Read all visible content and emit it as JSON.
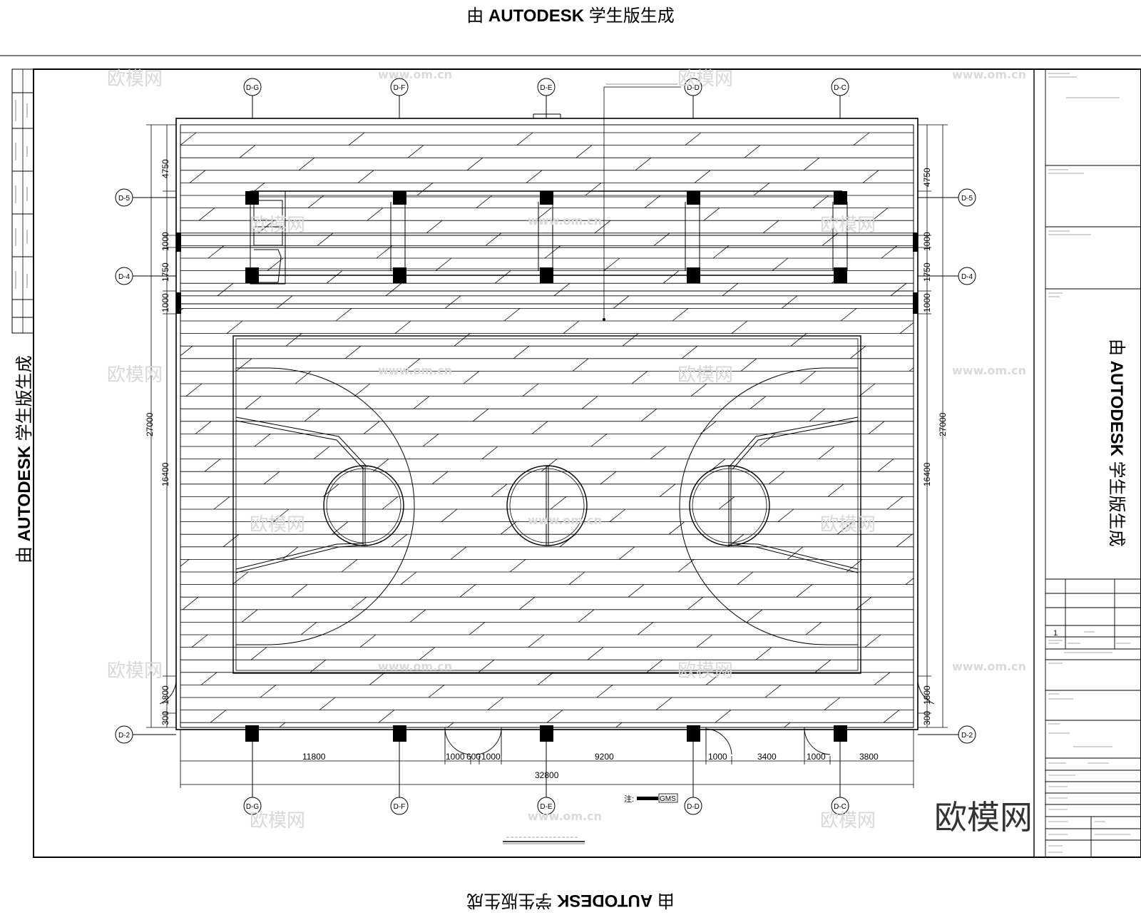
{
  "stamp": {
    "prefix": "由",
    "brand": "AUTODESK",
    "suffix": "学生版生成"
  },
  "axes_top": [
    "D-G",
    "D-F",
    "D-E",
    "D-D",
    "D-C"
  ],
  "axes_bottom": [
    "D-G",
    "D-F",
    "D-E",
    "D-D",
    "D-C"
  ],
  "axes_left": [
    "D-5",
    "D-4",
    "D-2"
  ],
  "axes_right": [
    "D-5",
    "D-4",
    "D-2"
  ],
  "dims_left": [
    "4750",
    "1000",
    "1750",
    "1000",
    "27000",
    "16400",
    "1800",
    "300"
  ],
  "dims_right": [
    "4750",
    "1000",
    "1750",
    "1000",
    "27000",
    "16400",
    "1800",
    "300"
  ],
  "dims_bottom": [
    "11800",
    "1000",
    "600",
    "1000",
    "9200",
    "1000",
    "3400",
    "1000",
    "3800"
  ],
  "dim_total": "32800",
  "legend_label": "注:",
  "legend_code": "GMS",
  "watermark": {
    "brand": "欧模网",
    "url": "www.om.cn"
  },
  "title_block": {
    "row_index": "1"
  }
}
